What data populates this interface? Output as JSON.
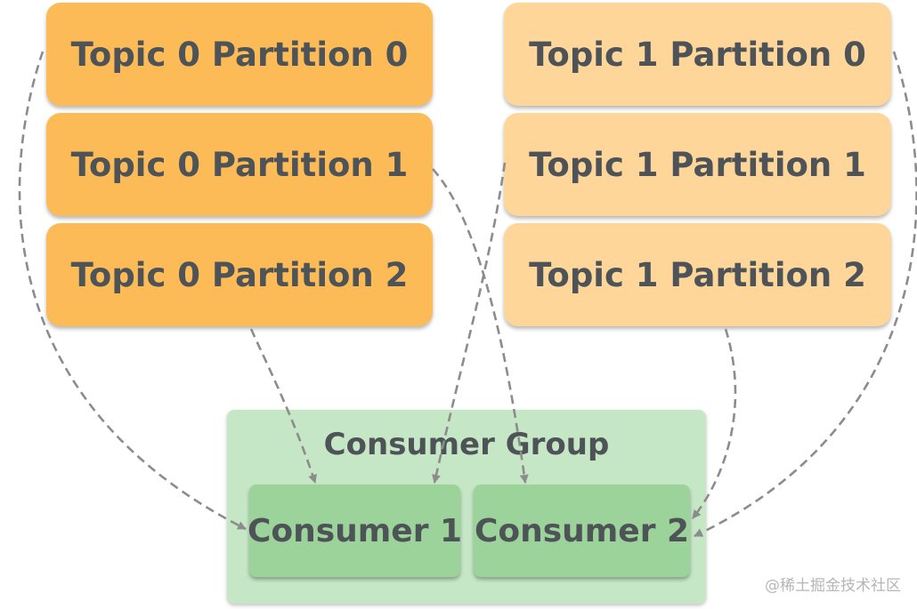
{
  "topic0": {
    "partitions": [
      "Topic 0 Partition 0",
      "Topic 0 Partition 1",
      "Topic 0 Partition 2"
    ],
    "color": "#fdbb58"
  },
  "topic1": {
    "partitions": [
      "Topic 1 Partition 0",
      "Topic 1 Partition 1",
      "Topic 1 Partition 2"
    ],
    "color": "#fed69a"
  },
  "consumer_group": {
    "title": "Consumer Group",
    "color": "#c6e7c6",
    "consumers": [
      "Consumer 1",
      "Consumer 2"
    ],
    "consumer_color": "#9cd39a"
  },
  "connections": [
    {
      "from": "Topic 0 Partition 0",
      "to": "Consumer 1"
    },
    {
      "from": "Topic 0 Partition 1",
      "to": "Consumer 2"
    },
    {
      "from": "Topic 0 Partition 2",
      "to": "Consumer 1"
    },
    {
      "from": "Topic 1 Partition 0",
      "to": "Consumer 2"
    },
    {
      "from": "Topic 1 Partition 1",
      "to": "Consumer 1"
    },
    {
      "from": "Topic 1 Partition 2",
      "to": "Consumer 2"
    }
  ],
  "watermark": "@稀土掘金技术社区"
}
